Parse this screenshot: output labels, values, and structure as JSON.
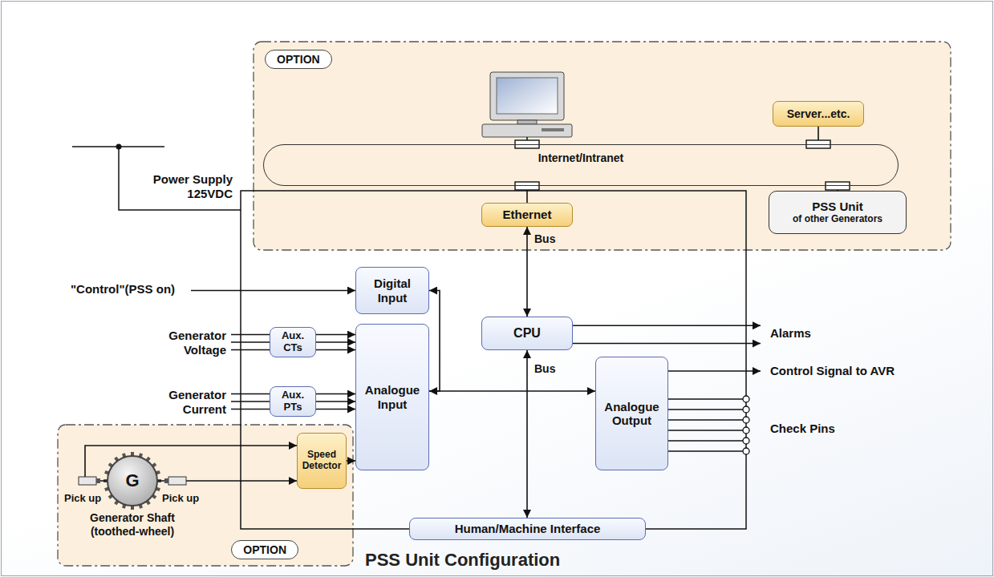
{
  "diagram": {
    "title": "PSS Unit Configuration",
    "nodes": [
      {
        "text": [
          "OPTION"
        ]
      },
      {
        "text": [
          "Server...etc."
        ],
        "in": 0
      },
      {
        "text": [
          "Internet/Intranet"
        ],
        "in": 0
      },
      {
        "text": [
          "Ethernet"
        ],
        "in": 0
      },
      {
        "text": [
          "PSS Unit",
          "of other Generators"
        ],
        "in": 0
      },
      {
        "text": [
          "Digital Input"
        ]
      },
      {
        "text": [
          "CPU"
        ]
      },
      {
        "text": [
          "Aux. CTs"
        ]
      },
      {
        "text": [
          "Aux. PTs"
        ]
      },
      {
        "text": [
          "Analogue Input"
        ]
      },
      {
        "text": [
          "Analogue Output"
        ]
      },
      {
        "text": [
          "Human/Machine Interface"
        ]
      },
      {
        "text": [
          "OPTION"
        ]
      },
      {
        "text": [
          "G"
        ],
        "in": 12
      },
      {
        "text": [
          "Speed Detector"
        ],
        "in": 12
      }
    ],
    "edges": [
      {
        "from": 2,
        "to": 1,
        "arrow": "none"
      },
      {
        "from": 2,
        "to": 3,
        "arrow": "none"
      },
      {
        "from": 2,
        "to": 4,
        "arrow": "none"
      },
      {
        "from": 3,
        "to": 6,
        "arrow": "both"
      },
      {
        "from": 6,
        "to": 11,
        "arrow": "both"
      },
      {
        "from": 9,
        "to": 10,
        "arrow": "both"
      },
      {
        "from": 9,
        "to": 5,
        "arrow": "to"
      },
      {
        "from": 7,
        "to": 9,
        "arrow": "to"
      },
      {
        "from": 8,
        "to": 9,
        "arrow": "to"
      },
      {
        "from": 14,
        "to": 9,
        "arrow": "to"
      },
      {
        "from": 13,
        "to": 14,
        "arrow": "to"
      },
      {
        "from": 13,
        "to": 14,
        "arrow": "to"
      }
    ],
    "labels": [
      "\"Control\"(PSS on)",
      "Generator Voltage",
      "Generator Current",
      "Power Supply 125VDC",
      "Bus",
      "Bus",
      "Alarms",
      "Control Signal to AVR",
      "Check Pins",
      "Pick up",
      "Pick up",
      "Generator Shaft (toothed-wheel)"
    ]
  }
}
